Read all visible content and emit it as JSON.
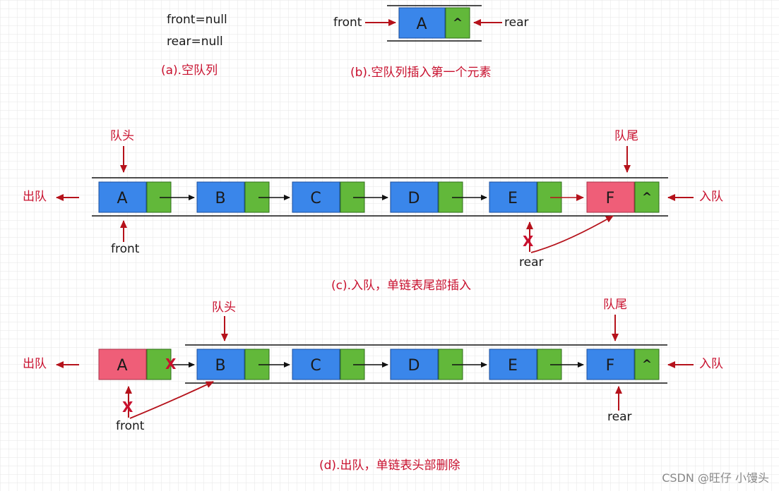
{
  "panel_a": {
    "front_text": "front=null",
    "rear_text": "rear=null",
    "caption": "(a).空队列"
  },
  "panel_b": {
    "node_label": "A",
    "caret": "^",
    "front_label": "front",
    "rear_label": "rear",
    "caption": "(b).空队列插入第一个元素"
  },
  "panel_c": {
    "nodes": [
      "A",
      "B",
      "C",
      "D",
      "E",
      "F"
    ],
    "caret": "^",
    "head_label": "队头",
    "tail_label": "队尾",
    "dequeue_label": "出队",
    "enqueue_label": "入队",
    "front_label": "front",
    "rear_label": "rear",
    "cross_mark": "X",
    "caption": "(c).入队，单链表尾部插入"
  },
  "panel_d": {
    "nodes": [
      "A",
      "B",
      "C",
      "D",
      "E",
      "F"
    ],
    "caret": "^",
    "head_label": "队头",
    "tail_label": "队尾",
    "dequeue_label": "出队",
    "enqueue_label": "入队",
    "front_label": "front",
    "rear_label": "rear",
    "cross_mark": "X",
    "caption": "(d).出队，单链表头部删除"
  },
  "watermark": "CSDN @旺仔 小馒头",
  "colors": {
    "node_blue": "#3a86ea",
    "node_pink": "#ef5e78",
    "pointer_green": "#62b83a",
    "accent_red": "#b5121b",
    "caption_red": "#c8102e",
    "grid": "#e5e5e5"
  }
}
